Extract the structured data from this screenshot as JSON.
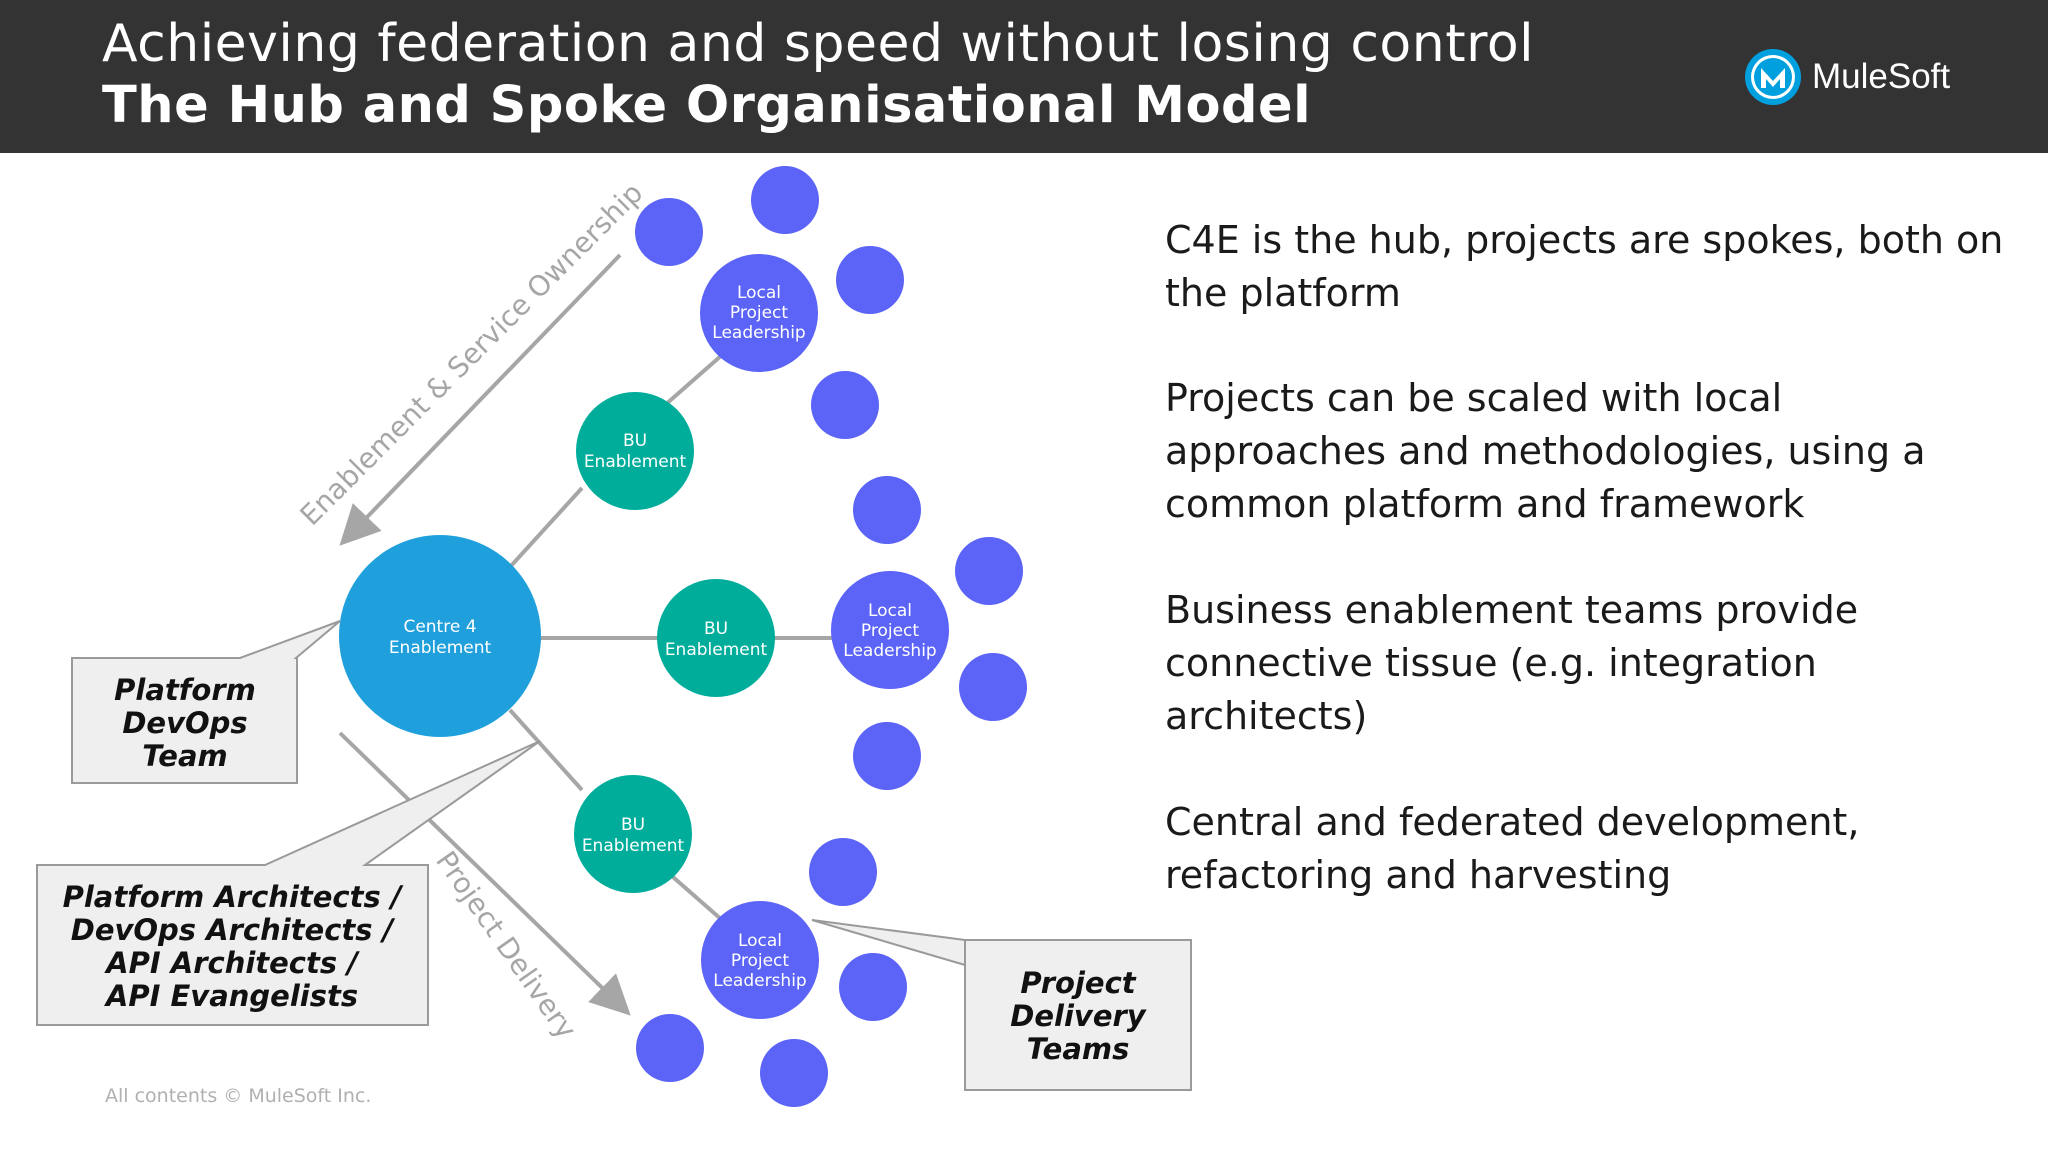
{
  "header": {
    "title": "Achieving federation and speed without losing control",
    "subtitle": "The Hub and Spoke Organisational Model",
    "logo_text": "MuleSoft",
    "logo_icon": "mulesoft-logo-icon"
  },
  "diagram": {
    "hub": [
      "Centre 4",
      "Enablement"
    ],
    "bu_enablement": [
      "BU",
      "Enablement"
    ],
    "local_leadership": [
      "Local",
      "Project",
      "Leadership"
    ],
    "arrow_top_label": "Enablement & Service Ownership",
    "arrow_bottom_label": "Project Delivery",
    "callouts": {
      "platform_devops": [
        "Platform",
        "DevOps",
        "Team"
      ],
      "architects": [
        "Platform Architects /",
        "DevOps Architects /",
        "API Architects /",
        "API Evangelists"
      ],
      "project_delivery": [
        "Project",
        "Delivery",
        "Teams"
      ]
    }
  },
  "body_text": [
    "C4E is the hub, projects are spokes, both on the platform",
    "Projects can be scaled with local approaches and methodologies, using a common platform and framework",
    "Business enablement teams provide connective tissue (e.g. integration architects)",
    "Central and federated development, refactoring and harvesting"
  ],
  "footer": "All contents © MuleSoft Inc.",
  "colors": {
    "header_bg": "#333333",
    "hub": "#1f9fdb",
    "bu": "#00ad9b",
    "spoke": "#5b64f6",
    "callout_bg": "#efefef",
    "line": "#a6a6a6"
  }
}
